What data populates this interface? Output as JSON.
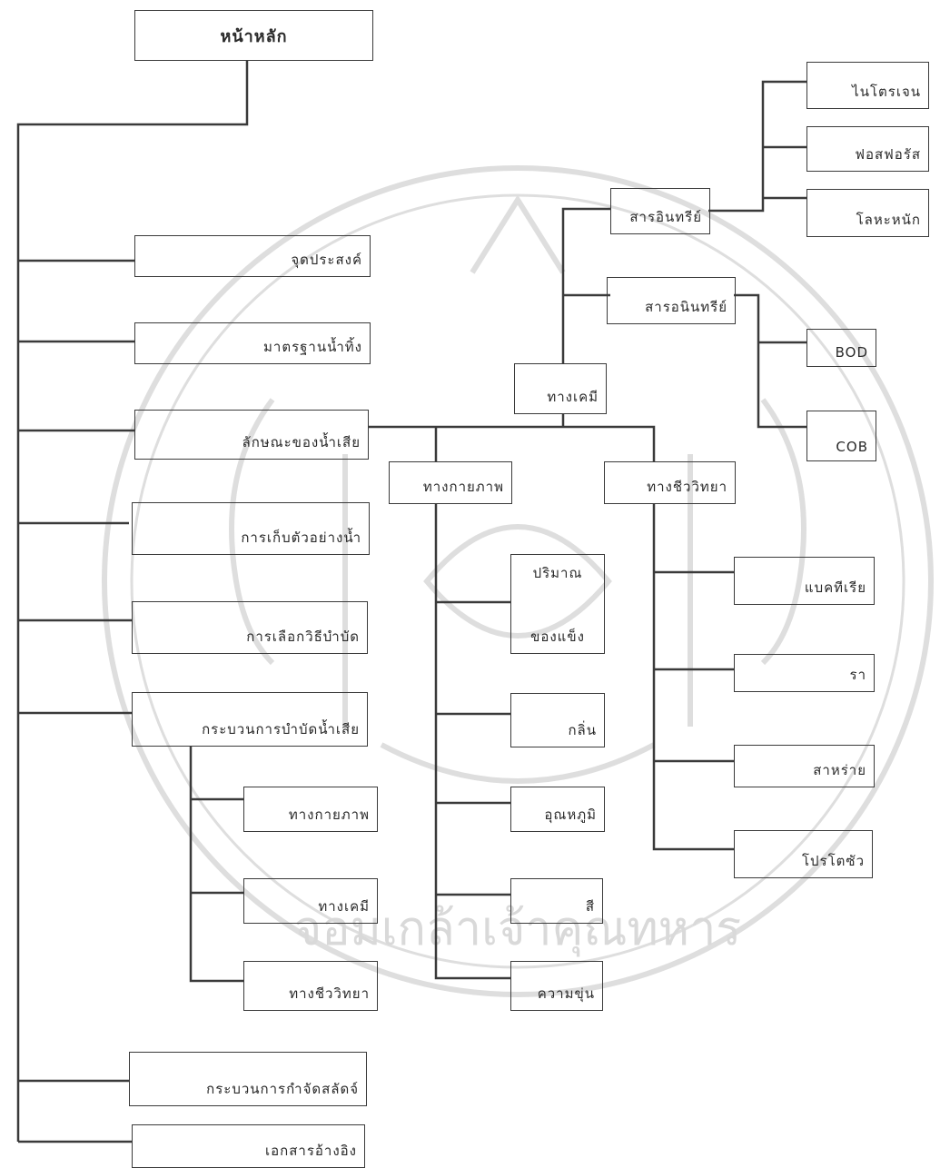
{
  "home": "หน้าหลัก",
  "menu": {
    "objective": "จุดประสงค์",
    "standard": "มาตรฐานน้ำทิ้ง",
    "characteristics": "ลักษณะของน้ำเสีย",
    "sampling": "การเก็บตัวอย่างน้ำ",
    "method_selection": "การเลือกวิธีบำบัด",
    "treatment_process": "กระบวนการบำบัดน้ำเสีย",
    "sludge_process": "กระบวนการกำจัดสลัดจ์",
    "references": "เอกสารอ้างอิง"
  },
  "treatment": {
    "physical": "ทางกายภาพ",
    "chemical": "ทางเคมี",
    "biological": "ทางชีววิทยา"
  },
  "characteristics": {
    "chemical": "ทางเคมี",
    "physical": "ทางกายภาพ",
    "biological": "ทางชีววิทยา"
  },
  "chemical": {
    "organic": "สารอินทรีย์",
    "inorganic": "สารอนินทรีย์"
  },
  "organic": {
    "nitrogen": "ไนโตรเจน",
    "phosphorus": "ฟอสฟอรัส",
    "heavy_metal": "โลหะหนัก"
  },
  "inorganic": {
    "bod": "BOD",
    "cod": "COB"
  },
  "physical": {
    "solids_line1": "ปริมาณ",
    "solids_line2": "ของแข็ง",
    "odor": "กลิ่น",
    "temperature": "อุณหภูมิ",
    "color": "สี",
    "turbidity": "ความขุ่น"
  },
  "biological": {
    "bacteria": "แบคทีเรีย",
    "fungi": "รา",
    "algae": "สาหร่าย",
    "protozoa": "โปรโตซัว"
  },
  "watermark": {
    "text": "จอมเกล้าเจ้าคุณทหาร",
    "color": "#d9d9d9"
  },
  "colors": {
    "line": "#3a3a3a",
    "text": "#2a2a2a",
    "background": "#ffffff"
  }
}
